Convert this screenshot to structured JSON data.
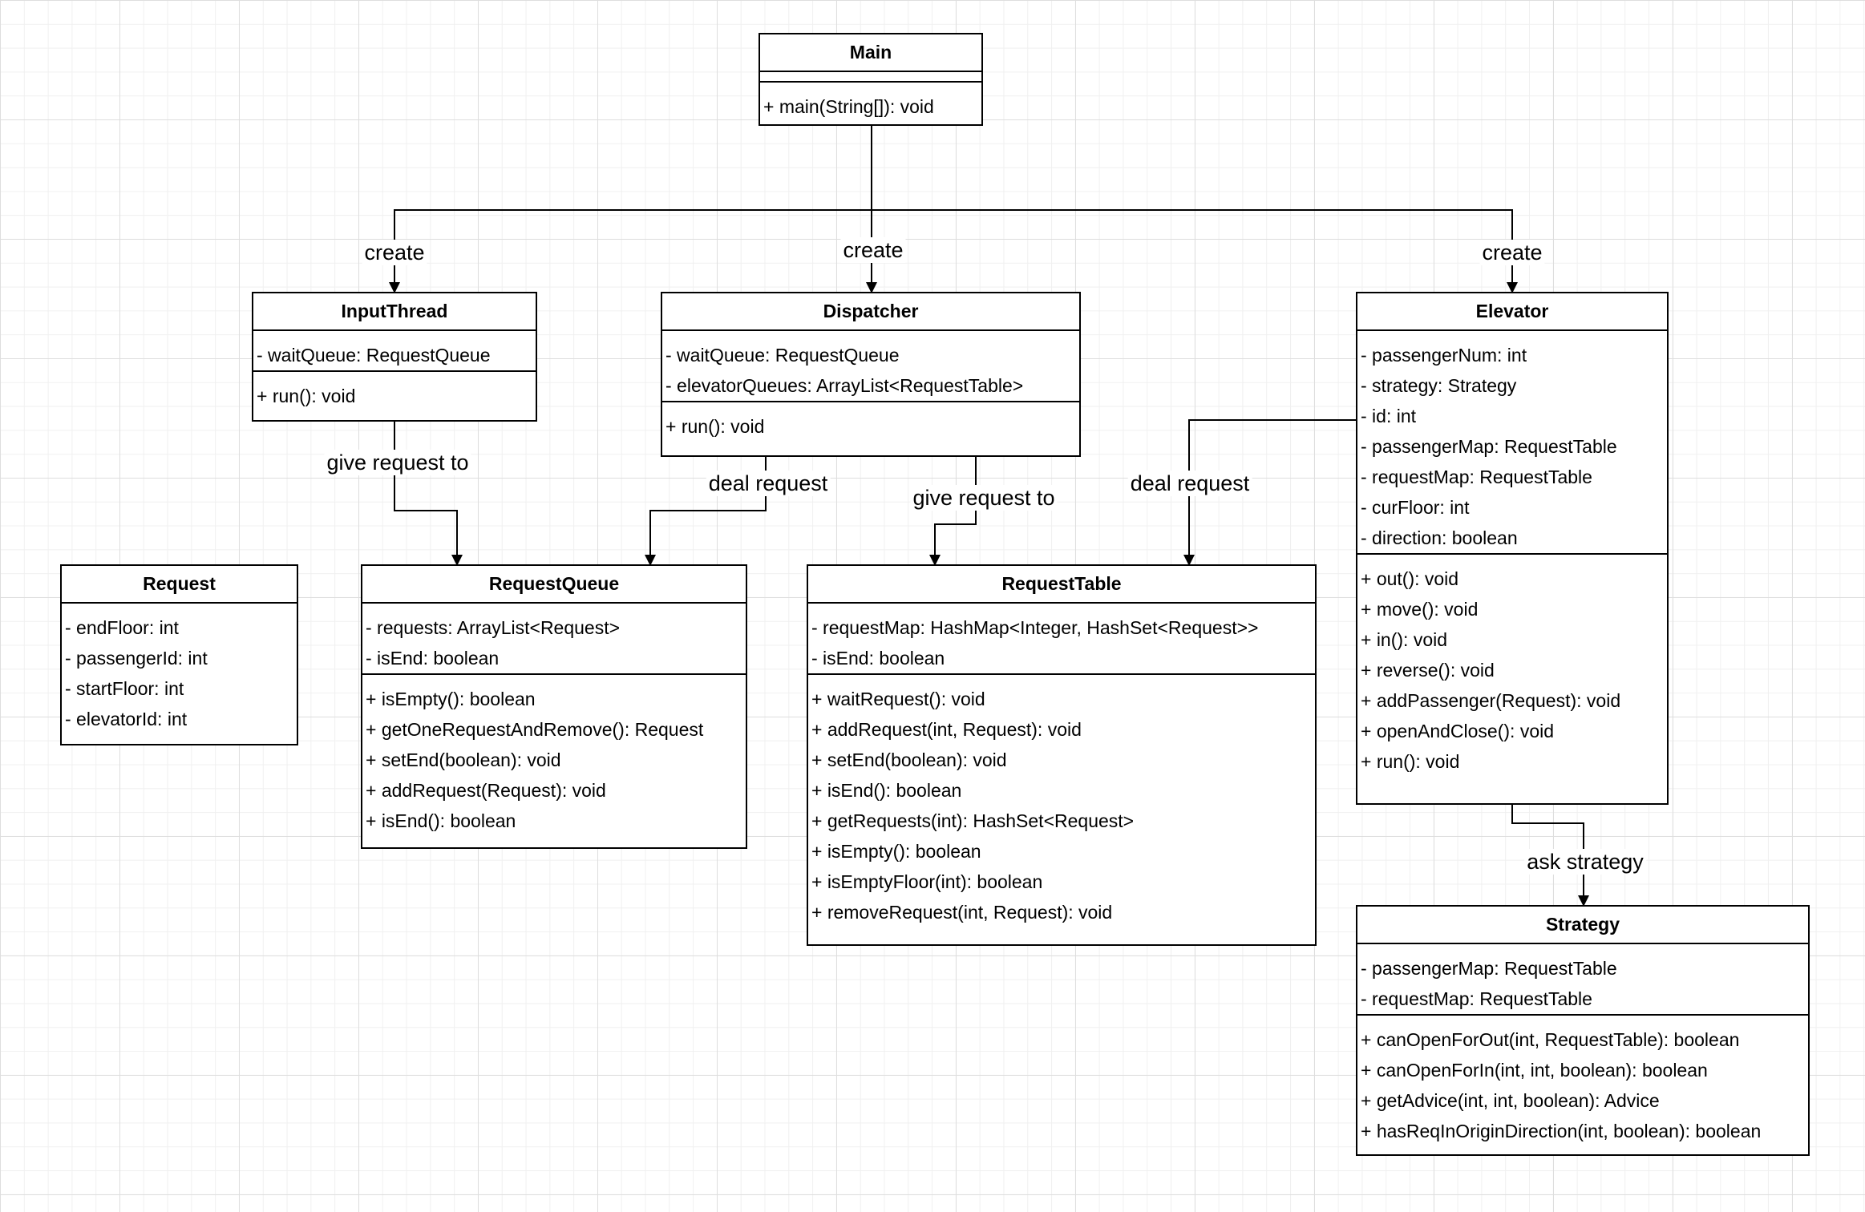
{
  "classes": [
    {
      "id": "Main",
      "name": "Main",
      "attributes": [],
      "methods": [
        "+ main(String[]): void"
      ]
    },
    {
      "id": "InputThread",
      "name": "InputThread",
      "attributes": [
        "- waitQueue: RequestQueue"
      ],
      "methods": [
        "+ run(): void"
      ]
    },
    {
      "id": "Dispatcher",
      "name": "Dispatcher",
      "attributes": [
        "- waitQueue: RequestQueue",
        "- elevatorQueues: ArrayList<RequestTable>"
      ],
      "methods": [
        "+ run(): void"
      ]
    },
    {
      "id": "Elevator",
      "name": "Elevator",
      "attributes": [
        "- passengerNum: int",
        "- strategy: Strategy",
        "- id: int",
        "- passengerMap: RequestTable",
        "- requestMap: RequestTable",
        "- curFloor: int",
        "- direction: boolean"
      ],
      "methods": [
        "+ out(): void",
        "+ move(): void",
        "+ in(): void",
        "+ reverse(): void",
        "+ addPassenger(Request): void",
        "+ openAndClose(): void",
        "+ run(): void"
      ]
    },
    {
      "id": "Request",
      "name": "Request",
      "attributes": [
        "- endFloor: int",
        "- passengerId: int",
        "- startFloor: int",
        "- elevatorId: int"
      ],
      "methods": null
    },
    {
      "id": "RequestQueue",
      "name": "RequestQueue",
      "attributes": [
        "- requests: ArrayList<Request>",
        "- isEnd: boolean"
      ],
      "methods": [
        "+ isEmpty(): boolean",
        "+ getOneRequestAndRemove(): Request",
        "+ setEnd(boolean): void",
        "+ addRequest(Request): void",
        "+ isEnd(): boolean"
      ]
    },
    {
      "id": "RequestTable",
      "name": "RequestTable",
      "attributes": [
        "- requestMap: HashMap<Integer, HashSet<Request>>",
        "- isEnd: boolean"
      ],
      "methods": [
        "+ waitRequest(): void",
        "+ addRequest(int, Request): void",
        "+ setEnd(boolean): void",
        "+ isEnd(): boolean",
        "+ getRequests(int): HashSet<Request>",
        "+ isEmpty(): boolean",
        "+ isEmptyFloor(int): boolean",
        "+ removeRequest(int, Request): void"
      ]
    },
    {
      "id": "Strategy",
      "name": "Strategy",
      "attributes": [
        "- passengerMap: RequestTable",
        "- requestMap: RequestTable"
      ],
      "methods": [
        "+ canOpenForOut(int, RequestTable): boolean",
        "+ canOpenForIn(int, int, boolean): boolean",
        "+ getAdvice(int, int, boolean): Advice",
        "+ hasReqInOriginDirection(int, boolean): boolean"
      ]
    }
  ],
  "relations": [
    {
      "id": "main-create-inputthread",
      "from": "Main",
      "to": "InputThread",
      "label": "create"
    },
    {
      "id": "main-create-dispatcher",
      "from": "Main",
      "to": "Dispatcher",
      "label": "create"
    },
    {
      "id": "main-create-elevator",
      "from": "Main",
      "to": "Elevator",
      "label": "create"
    },
    {
      "id": "inputthread-give-requestqueue",
      "from": "InputThread",
      "to": "RequestQueue",
      "label": "give request to"
    },
    {
      "id": "dispatcher-deal-requestqueue",
      "from": "Dispatcher",
      "to": "RequestQueue",
      "label": "deal request"
    },
    {
      "id": "dispatcher-give-requesttable",
      "from": "Dispatcher",
      "to": "RequestTable",
      "label": "give request to"
    },
    {
      "id": "elevator-deal-requesttable",
      "from": "Elevator",
      "to": "RequestTable",
      "label": "deal request"
    },
    {
      "id": "elevator-ask-strategy",
      "from": "Elevator",
      "to": "Strategy",
      "label": "ask strategy"
    }
  ]
}
